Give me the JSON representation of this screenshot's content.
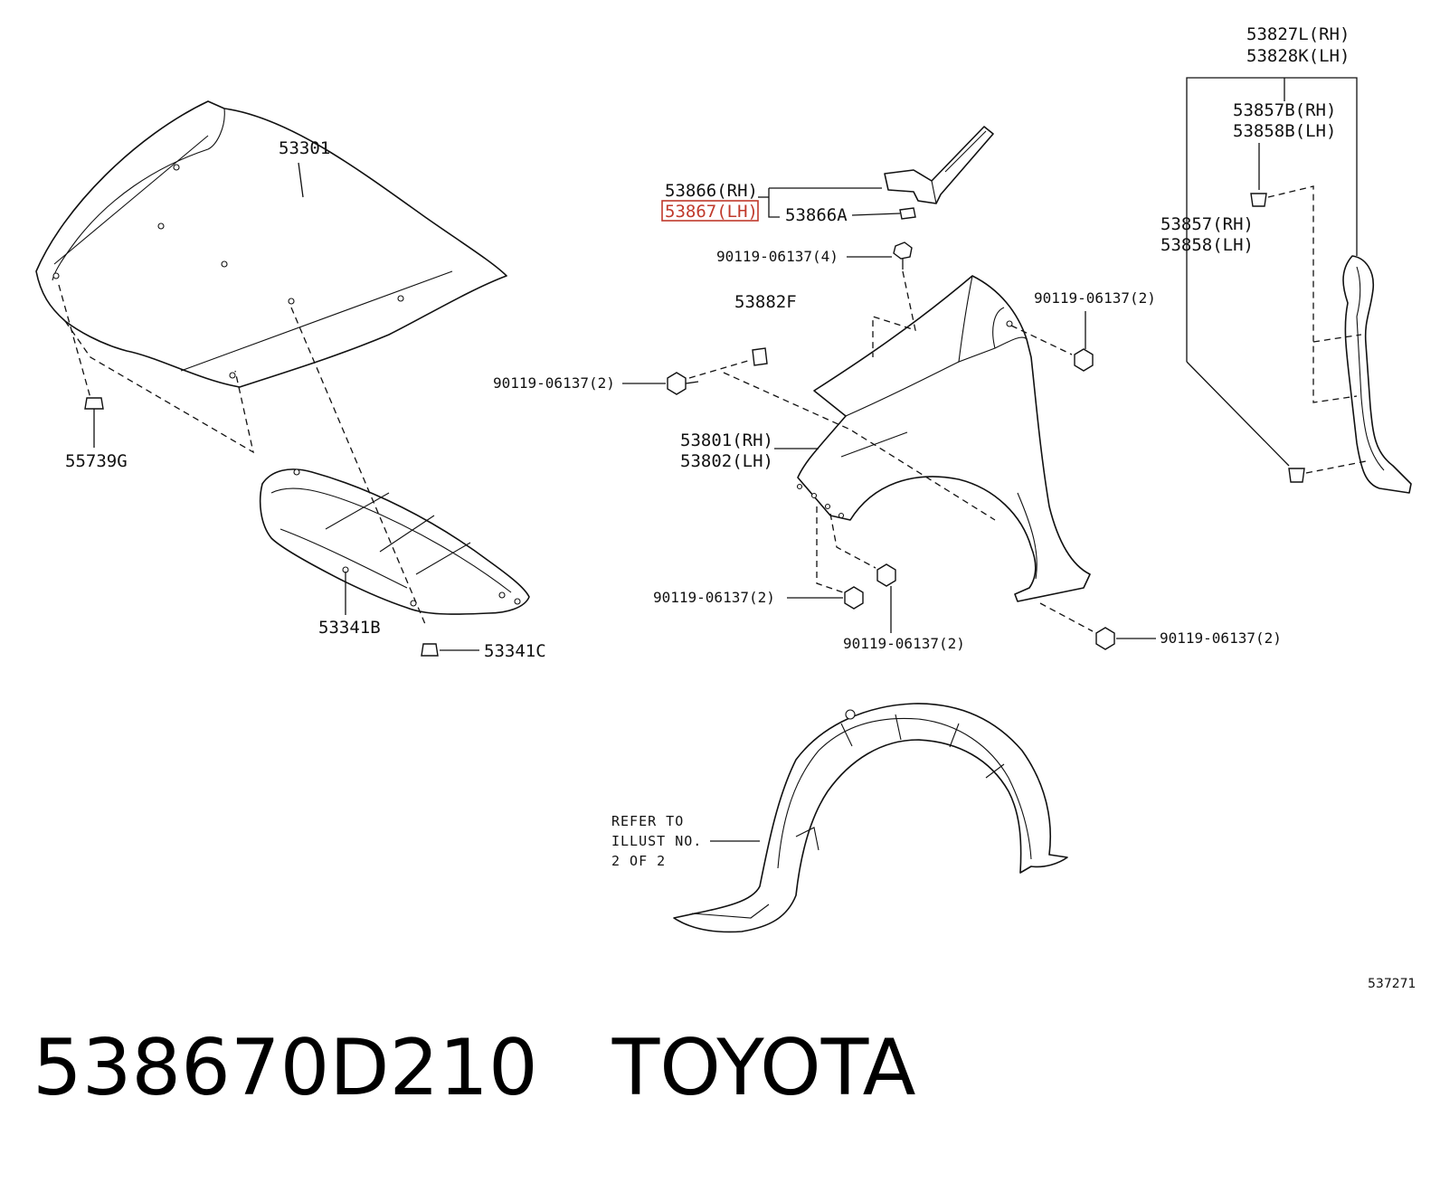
{
  "diagram": {
    "labels": {
      "hood": "53301",
      "hood_clip": "55739G",
      "hood_insulator": "53341B",
      "insulator_clip": "53341C",
      "bracket_rh": "53866(RH)",
      "bracket_lh": "53867(LH)",
      "bracket_clip": "53866A",
      "bolt_4": "90119-06137(4)",
      "nut_53882f": "53882F",
      "bolt_left": "90119-06137(2)",
      "fender_rh": "53801(RH)",
      "fender_lh": "53802(LH)",
      "bolt_upper_right": "90119-06137(2)",
      "bolt_lower_left": "90119-06137(2)",
      "bolt_lower_mid": "90119-06137(2)",
      "bolt_lower_right": "90119-06137(2)",
      "seal_rh": "53827L(RH)",
      "seal_lh": "53828K(LH)",
      "seal_clip_b_rh": "53857B(RH)",
      "seal_clip_b_lh": "53858B(LH)",
      "seal_clip_rh": "53857(RH)",
      "seal_clip_lh": "53858(LH)",
      "refer_line1": "REFER TO",
      "refer_line2": "ILLUST NO.",
      "refer_line3": "2 OF 2",
      "illustration_number": "537271"
    },
    "highlight_color": "#c0392b"
  },
  "footer": {
    "part_number": "538670D210",
    "brand": "TOYOTA"
  }
}
